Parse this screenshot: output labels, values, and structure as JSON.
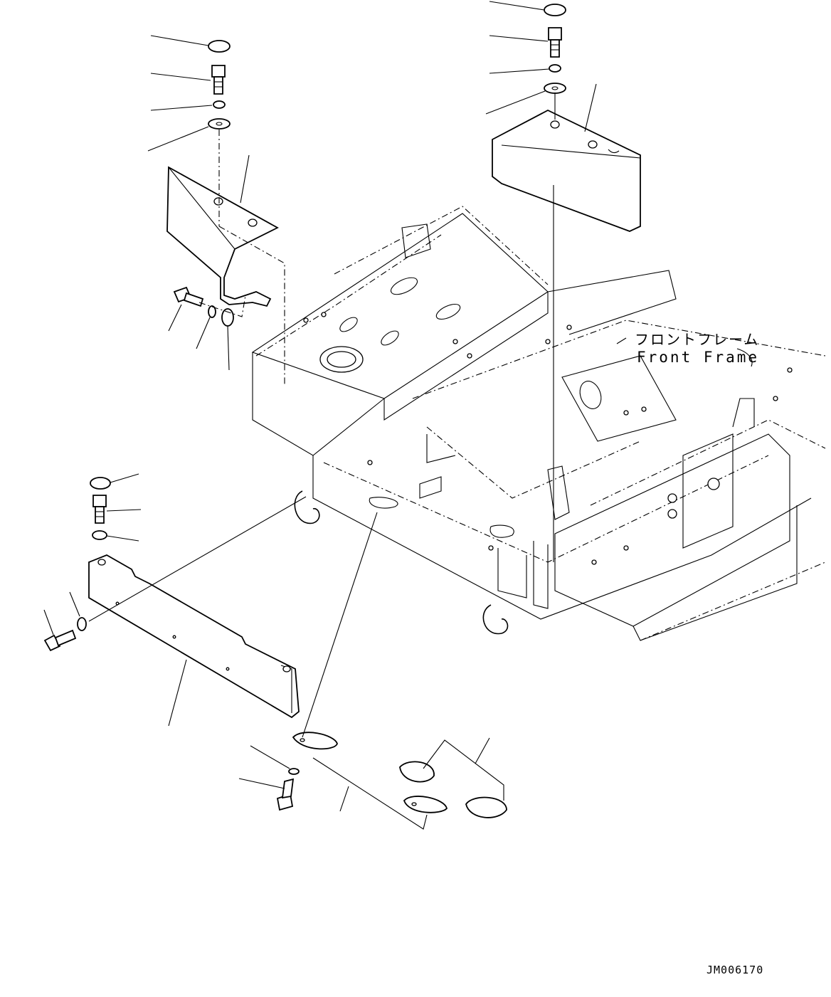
{
  "diagram": {
    "frame_label_jp": "フロントフレーム",
    "frame_label_en": "Front Frame",
    "drawing_number": "JM006170"
  }
}
